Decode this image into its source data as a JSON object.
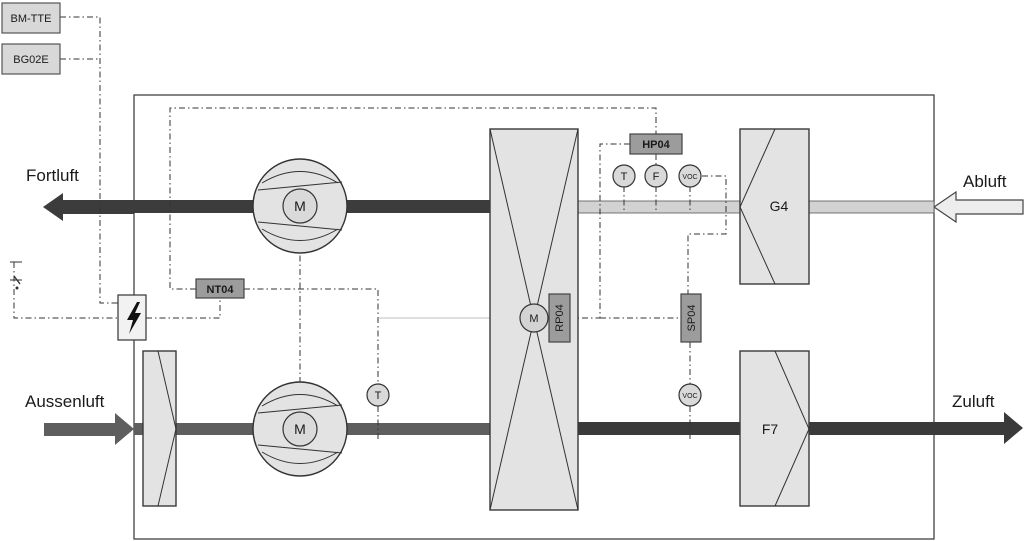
{
  "external_boxes": {
    "bm_tte": "BM-TTE",
    "bg02e": "BG02E"
  },
  "air_labels": {
    "fortluft": "Fortluft",
    "abluft": "Abluft",
    "aussenluft": "Aussenluft",
    "zuluft": "Zuluft"
  },
  "filters": {
    "exhaust_filter": "G4",
    "supply_filter": "F7"
  },
  "motors": {
    "exhaust_fan": "M",
    "supply_fan": "M",
    "heat_exchanger": "M"
  },
  "controllers": {
    "nt04": "NT04",
    "hp04": "HP04",
    "rp04": "RP04",
    "sp04": "SP04"
  },
  "sensors": {
    "exhaust_temp": "T",
    "exhaust_flow": "F",
    "exhaust_voc": "VOC",
    "supply_temp": "T",
    "supply_voc": "VOC"
  },
  "colors": {
    "exhaust_duct": "#3c3c3c",
    "exhaust_duct_light": "#d2d2d2",
    "supply_duct": "#5e5e5e",
    "supply_duct_dark": "#3a3a3a",
    "component_fill": "#e3e3e3",
    "controller_fill": "#9c9c9c"
  }
}
